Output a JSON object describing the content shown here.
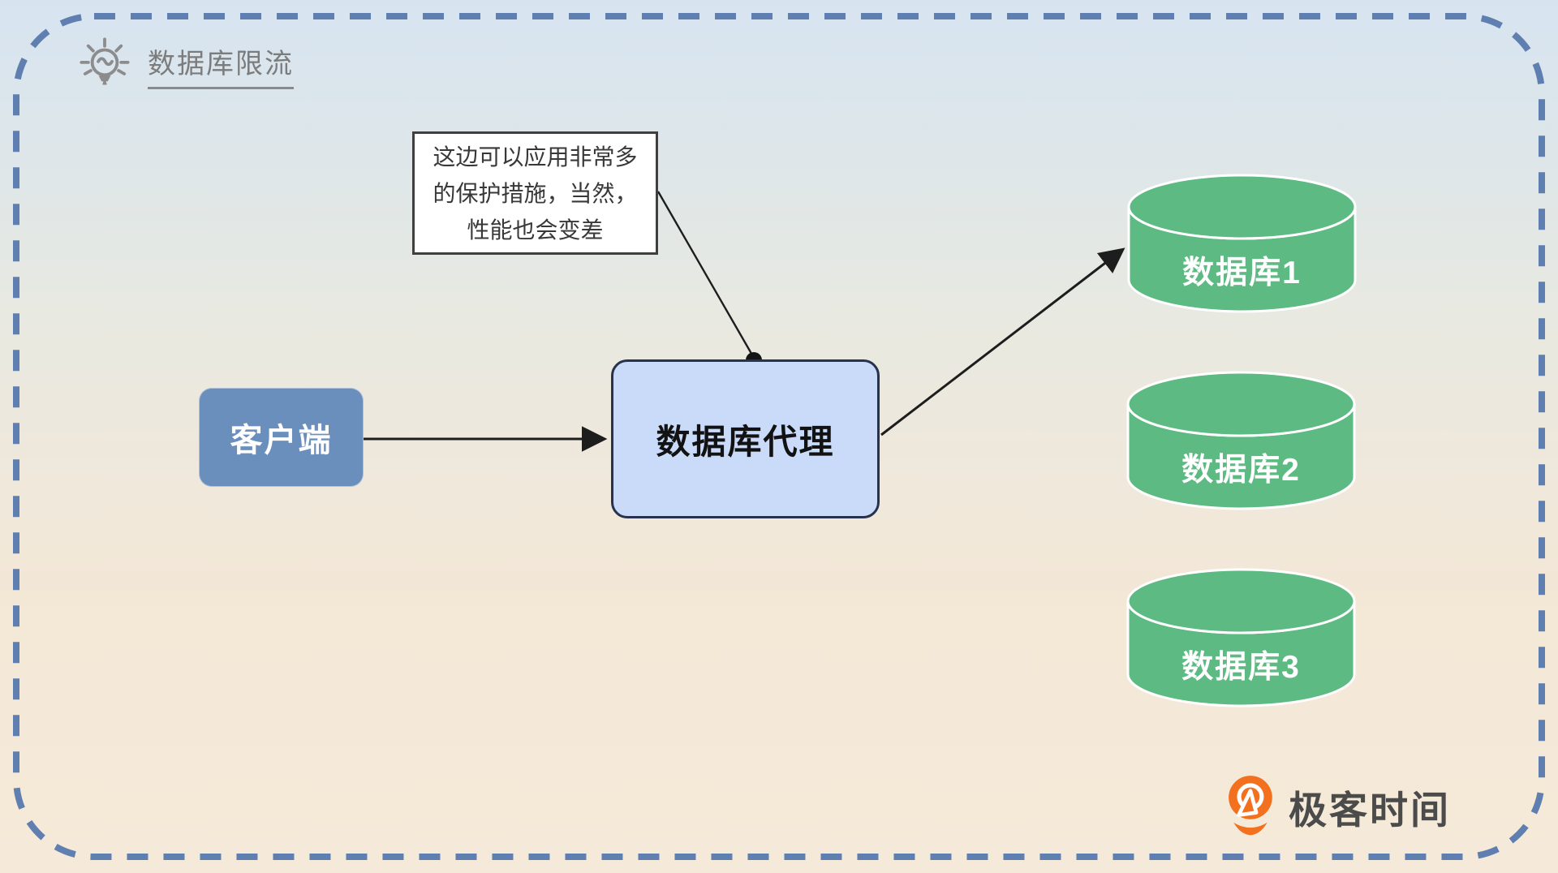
{
  "title": {
    "text": "数据库限流"
  },
  "note": {
    "lines": [
      "这边可以应用非常多",
      "的保护措施，当然，",
      "性能也会变差"
    ]
  },
  "nodes": {
    "client": {
      "label": "客户端"
    },
    "proxy": {
      "label": "数据库代理"
    },
    "databases": [
      {
        "label": "数据库1"
      },
      {
        "label": "数据库2"
      },
      {
        "label": "数据库3"
      }
    ]
  },
  "branding": {
    "logo_text": "极客时间"
  },
  "colors": {
    "background_top": "#d7e4f0",
    "background_bottom": "#f5ead9",
    "dashed_border": "#5f7fb0",
    "client_fill": "#6a8fbd",
    "proxy_fill": "#c9dbf9",
    "proxy_border": "#27324f",
    "database_fill": "#5cba82",
    "note_border": "#3f3f3f",
    "connector": "#1d1d1d",
    "title_text": "#7c7c7c",
    "logo_orange": "#f2701e",
    "logo_text_color": "#4b4b4b"
  }
}
